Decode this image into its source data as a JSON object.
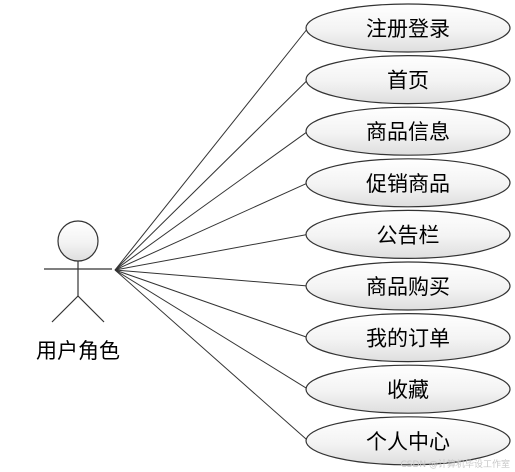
{
  "actor": {
    "label": "用户角色"
  },
  "use_cases": [
    {
      "label": "注册登录"
    },
    {
      "label": "首页"
    },
    {
      "label": "商品信息"
    },
    {
      "label": "促销商品"
    },
    {
      "label": "公告栏"
    },
    {
      "label": "商品购买"
    },
    {
      "label": "我的订单"
    },
    {
      "label": "收藏"
    },
    {
      "label": "个人中心"
    }
  ],
  "watermark": "CSDN @计算机毕设工作室",
  "colors": {
    "ellipse_fill_top": "#ffffff",
    "ellipse_fill_bottom": "#e4e4e4",
    "stroke": "#333333",
    "text": "#000000",
    "watermark": "#c8c8c8"
  }
}
